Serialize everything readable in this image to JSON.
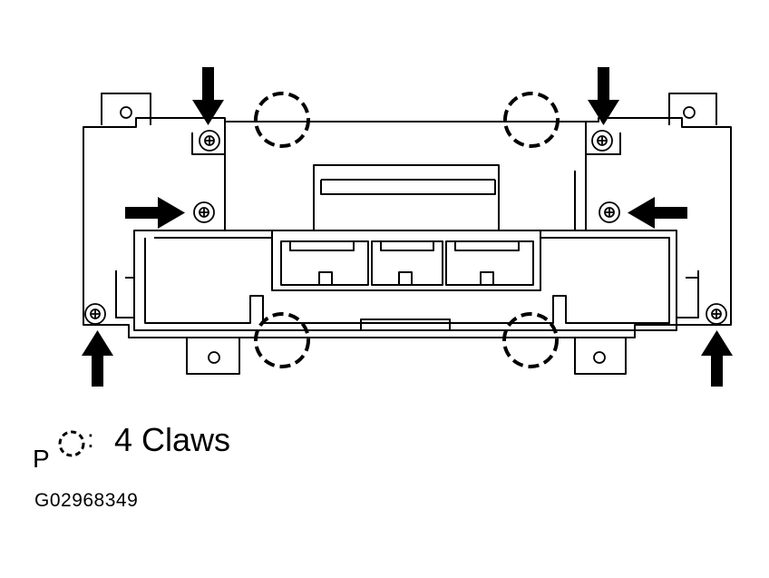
{
  "legend": {
    "prefix": "P",
    "separator": ":",
    "label": "4 Claws",
    "icon": "dashed-circle-claw-icon"
  },
  "figure_id": "G02968349",
  "colors": {
    "line": "#000000",
    "background": "#ffffff"
  }
}
